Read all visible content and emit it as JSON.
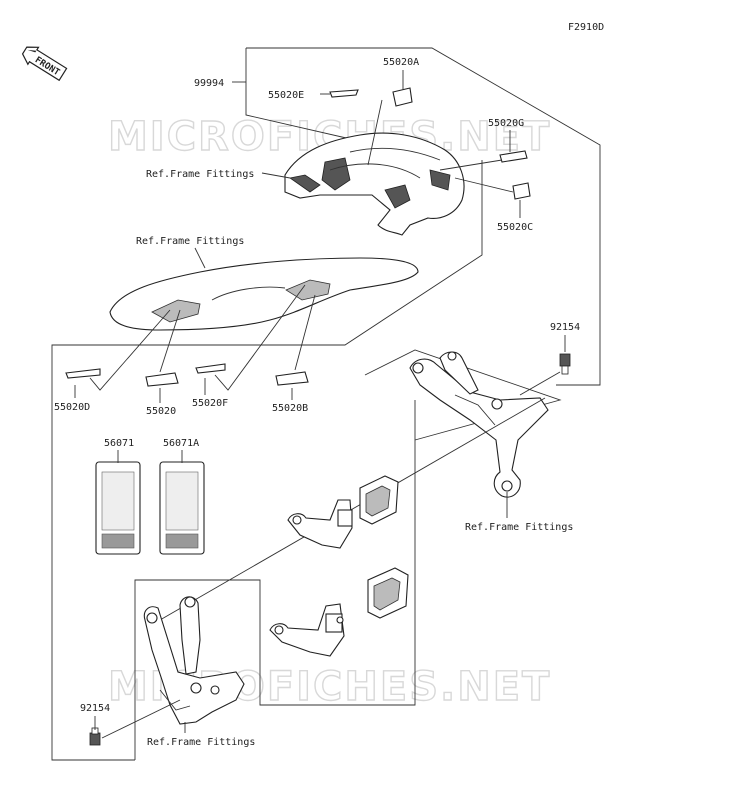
{
  "figure_id": "F2910D",
  "front_label": "FRONT",
  "watermark": "MICROFICHES.NET",
  "part_numbers": {
    "p99994": "99994",
    "p55020A": "55020A",
    "p55020E": "55020E",
    "p55020G": "55020G",
    "p55020C": "55020C",
    "p55020D": "55020D",
    "p55020": "55020",
    "p55020F": "55020F",
    "p55020B": "55020B",
    "p92154_top": "92154",
    "p92154_bottom": "92154",
    "p56071": "56071",
    "p56071A": "56071A"
  },
  "references": {
    "ref_rear_cowl": "Ref.Frame Fittings",
    "ref_seat": "Ref.Frame Fittings",
    "ref_right_bracket": "Ref.Frame Fittings",
    "ref_left_bracket": "Ref.Frame Fittings"
  }
}
